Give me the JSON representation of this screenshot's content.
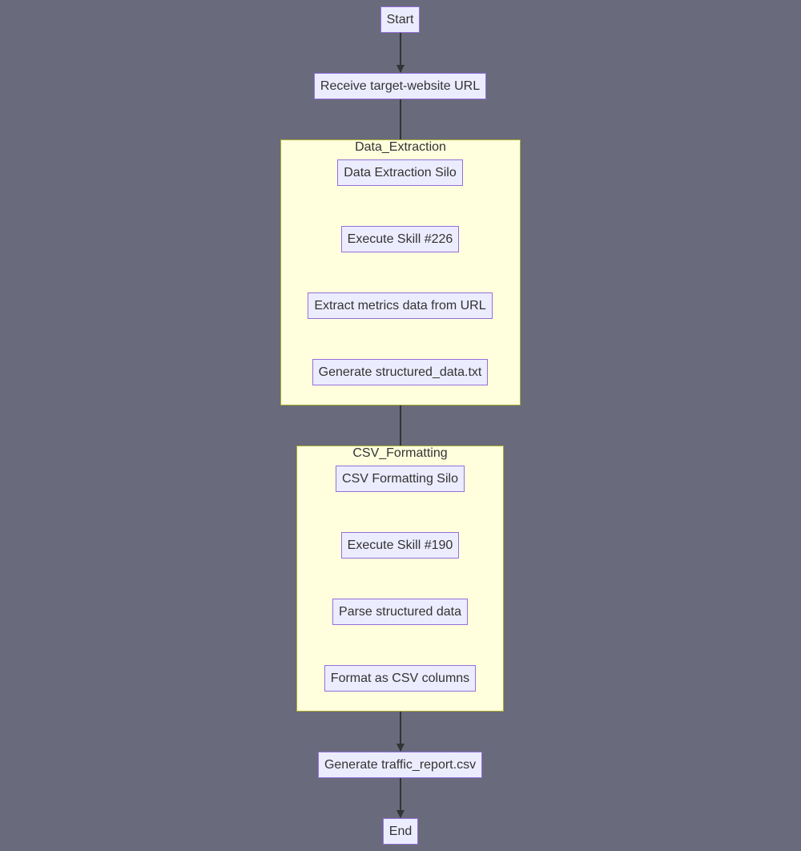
{
  "clusters": {
    "data_extraction": {
      "label": "Data_Extraction"
    },
    "csv_formatting": {
      "label": "CSV_Formatting"
    }
  },
  "nodes": {
    "start": "Start",
    "receive_url": "Receive target-website URL",
    "data_extraction_silo": "Data Extraction Silo",
    "execute_skill_226": "Execute Skill #226",
    "extract_metrics": "Extract metrics data from URL",
    "generate_structured_data": "Generate structured_data.txt",
    "csv_formatting_silo": "CSV Formatting Silo",
    "execute_skill_190": "Execute Skill #190",
    "parse_structured_data": "Parse structured data",
    "format_csv_columns": "Format as CSV columns",
    "generate_traffic_report": "Generate traffic_report.csv",
    "end": "End"
  },
  "colors": {
    "background": "#696a7b",
    "node_fill": "#ececff",
    "node_border": "#9370db",
    "cluster_fill": "#ffffde",
    "cluster_border": "#aaaa33",
    "edge": "#333333"
  }
}
